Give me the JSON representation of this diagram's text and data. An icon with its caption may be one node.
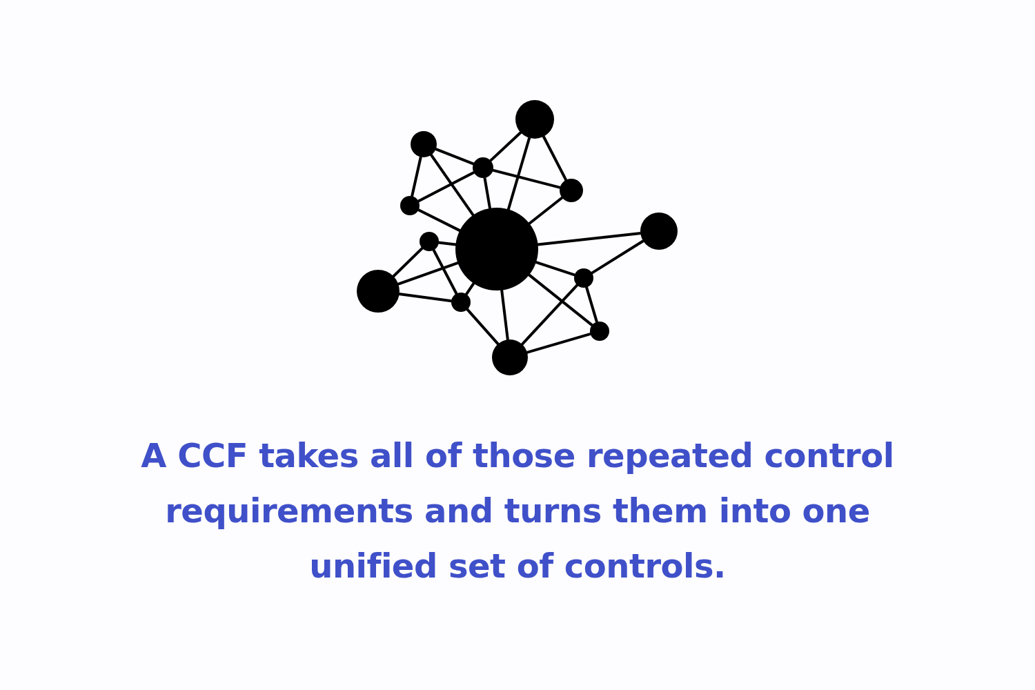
{
  "diagram": {
    "nodes": [
      {
        "text": [],
        "shape": "circle"
      },
      {
        "text": [],
        "shape": "circle"
      },
      {
        "text": [],
        "shape": "circle"
      },
      {
        "text": [],
        "shape": "circle"
      },
      {
        "text": [],
        "shape": "circle"
      },
      {
        "text": [],
        "shape": "circle"
      },
      {
        "text": [],
        "shape": "circle"
      },
      {
        "text": [],
        "shape": "circle"
      },
      {
        "text": [],
        "shape": "circle"
      },
      {
        "text": [],
        "shape": "circle"
      },
      {
        "text": [],
        "shape": "circle"
      },
      {
        "text": [],
        "shape": "circle"
      },
      {
        "text": [],
        "shape": "circle"
      }
    ],
    "edges": [
      {
        "from": 2,
        "to": 3,
        "arrow": "none"
      },
      {
        "from": 2,
        "to": 5,
        "arrow": "none"
      },
      {
        "from": 2,
        "to": 0,
        "arrow": "none"
      },
      {
        "from": 3,
        "to": 1,
        "arrow": "none"
      },
      {
        "from": 3,
        "to": 5,
        "arrow": "none"
      },
      {
        "from": 3,
        "to": 0,
        "arrow": "none"
      },
      {
        "from": 3,
        "to": 4,
        "arrow": "none"
      },
      {
        "from": 1,
        "to": 0,
        "arrow": "none"
      },
      {
        "from": 1,
        "to": 4,
        "arrow": "none"
      },
      {
        "from": 4,
        "to": 0,
        "arrow": "none"
      },
      {
        "from": 5,
        "to": 0,
        "arrow": "none"
      },
      {
        "from": 6,
        "to": 0,
        "arrow": "none"
      },
      {
        "from": 6,
        "to": 9,
        "arrow": "none"
      },
      {
        "from": 7,
        "to": 0,
        "arrow": "none"
      },
      {
        "from": 7,
        "to": 8,
        "arrow": "none"
      },
      {
        "from": 7,
        "to": 10,
        "arrow": "none"
      },
      {
        "from": 8,
        "to": 0,
        "arrow": "none"
      },
      {
        "from": 8,
        "to": 10,
        "arrow": "none"
      },
      {
        "from": 10,
        "to": 0,
        "arrow": "none"
      },
      {
        "from": 10,
        "to": 12,
        "arrow": "none"
      },
      {
        "from": 0,
        "to": 12,
        "arrow": "none"
      },
      {
        "from": 0,
        "to": 9,
        "arrow": "none"
      },
      {
        "from": 0,
        "to": 11,
        "arrow": "none"
      },
      {
        "from": 9,
        "to": 12,
        "arrow": "none"
      },
      {
        "from": 9,
        "to": 11,
        "arrow": "none"
      },
      {
        "from": 11,
        "to": 12,
        "arrow": "none"
      }
    ],
    "caption": "A CCF takes all of those repeated control requirements and turns them into one unified set of controls."
  }
}
